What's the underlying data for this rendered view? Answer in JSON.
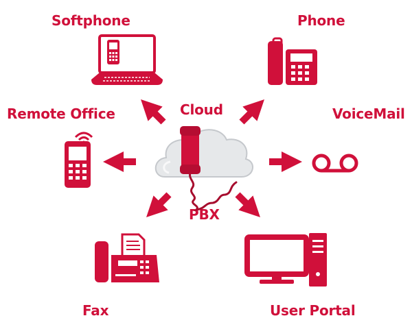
{
  "diagram": {
    "center": {
      "top_label": "Cloud",
      "bottom_label": "PBX"
    },
    "nodes": {
      "softphone": "Softphone",
      "phone": "Phone",
      "remote_office": "Remote Office",
      "voicemail": "VoiceMail",
      "fax": "Fax",
      "user_portal": "User Portal"
    },
    "colors": {
      "accent": "#d0103a",
      "cloud": "#e6e8ea",
      "cloud_stroke": "#c5c8cc",
      "cord": "#a70d2e"
    }
  }
}
